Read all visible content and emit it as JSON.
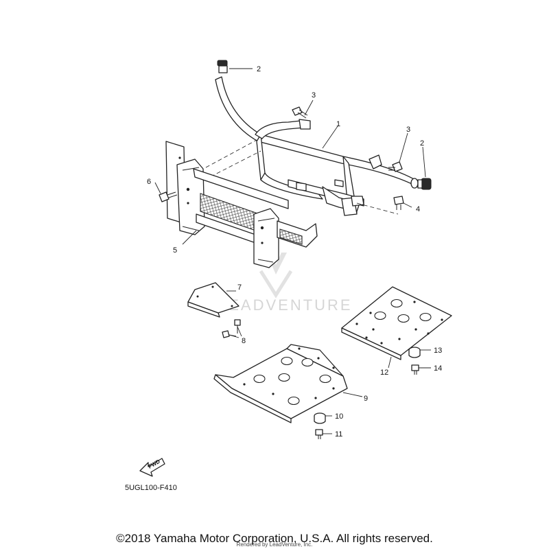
{
  "diagram": {
    "callouts": [
      "1",
      "2",
      "2",
      "3",
      "3",
      "4",
      "5",
      "6",
      "7",
      "8",
      "9",
      "10",
      "11",
      "12",
      "13",
      "14"
    ],
    "diagram_code": "5UGL100-F410",
    "fwd_label": "FWD",
    "watermark": "LEADVENTURE"
  },
  "footer": {
    "copyright": "©2018 Yamaha Motor Corporation, U.S.A. All rights reserved.",
    "rendered_by": "Rendered by LeadVenture, Inc."
  }
}
